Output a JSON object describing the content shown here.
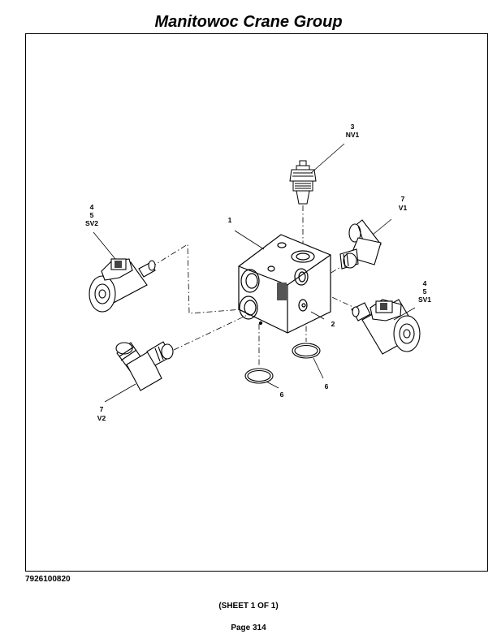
{
  "header": {
    "company": "Manitowoc Crane Group"
  },
  "callouts": {
    "c3": [
      "3",
      "NV1"
    ],
    "c7_top": [
      "7",
      "V1"
    ],
    "c4_left": [
      "4",
      "5",
      "SV2"
    ],
    "c1": [
      "1"
    ],
    "c4_right": [
      "4",
      "5",
      "SV1"
    ],
    "c2": [
      "2"
    ],
    "c7_bottom": [
      "7",
      "V2"
    ],
    "c6_left": [
      "6"
    ],
    "c6_right": [
      "6"
    ]
  },
  "footer": {
    "drawing_number": "7926100820",
    "sheet": "(SHEET 1 OF 1)",
    "page": "Page 314"
  }
}
